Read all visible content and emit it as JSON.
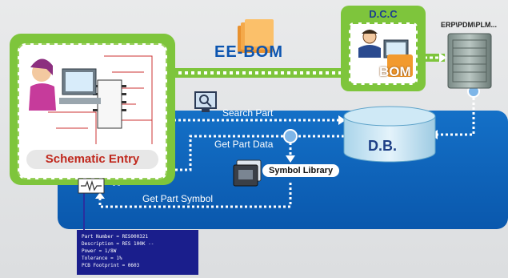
{
  "labels": {
    "eebom": "EE-BOM",
    "dcc": "D.C.C",
    "bom": "BOM",
    "erp": "ERP\\PDM\\PLM...",
    "search_part": "Search Part",
    "get_part_data": "Get Part Data",
    "db": "D.B.",
    "symbol_library": "Symbol Library",
    "get_part_symbol": "Get Part Symbol",
    "schematic_entry": "Schematic Entry"
  },
  "part_info": [
    "Part Number = RES000321",
    "Description = RES 100K --",
    "Power = 1/8W",
    "Tolerance = 1%",
    "PCB Footprint = 0603"
  ],
  "colors": {
    "green": "#7ec53c",
    "blue_panel": "#0b5fb5",
    "red_title": "#c0281d",
    "navy_callout": "#1a1e8c"
  }
}
